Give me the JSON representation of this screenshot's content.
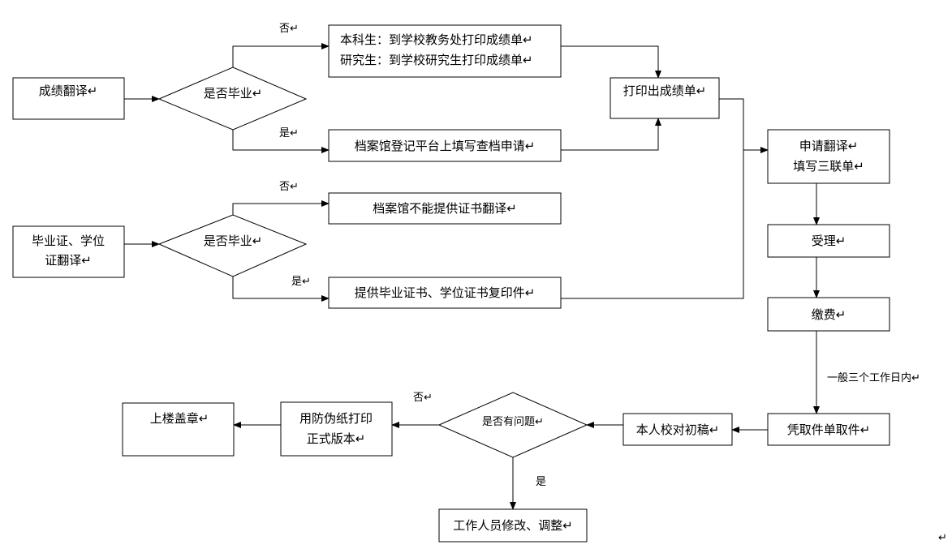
{
  "nodes": {
    "grade_translate": "成绩翻译↵",
    "decision_graduated_1": "是否毕业↵",
    "print_at_school_line1": "本科生：到学校教务处打印成绩单↵",
    "print_at_school_line2": "研究生：到学校研究生打印成绩单↵",
    "archive_request": "档案馆登记平台上填写查档申请↵",
    "print_transcript": "打印出成绩单↵",
    "apply_line1": "申请翻译↵",
    "apply_line2": "填写三联单↵",
    "diploma_translate_line1": "毕业证、学位",
    "diploma_translate_line2": "证翻译↵",
    "decision_graduated_2": "是否毕业↵",
    "archive_cannot": "档案馆不能提供证书翻译↵",
    "provide_copies": "提供毕业证书、学位证书复印件↵",
    "accept": "受理↵",
    "pay": "缴费↵",
    "pickup": "凭取件单取件↵",
    "proofread": "本人校对初稿↵",
    "decision_problem": "是否有问题↵",
    "print_official_line1": "用防伪纸打印",
    "print_official_line2": "正式版本↵",
    "stamp": "上楼盖章↵",
    "staff_modify": "工作人员修改、调整↵"
  },
  "edge_labels": {
    "no_1": "否↵",
    "yes_1": "是↵",
    "no_2": "否↵",
    "yes_2": "是↵",
    "within_days": "一般三个工作日内↵",
    "no_3": "否↵",
    "yes_3": "是"
  },
  "trailing_mark": "↵"
}
